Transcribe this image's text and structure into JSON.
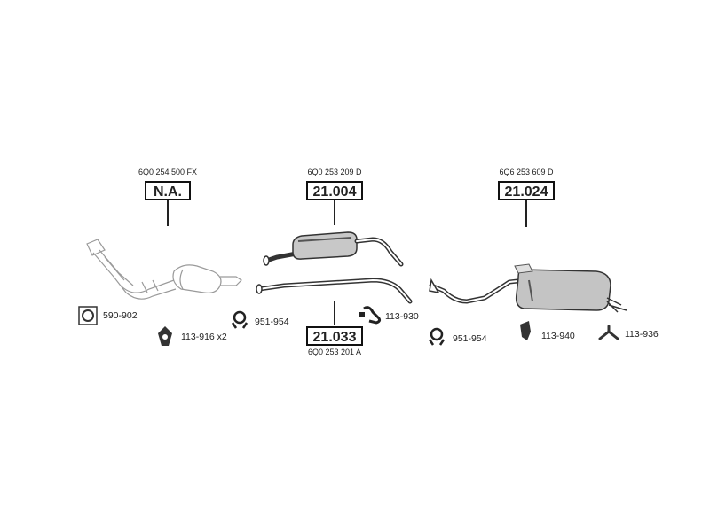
{
  "sections": [
    {
      "oe_number": "6Q0 254 500 FX",
      "box_label": "N.A."
    },
    {
      "oe_number": "6Q0 253 209 D",
      "box_label": "21.004"
    },
    {
      "oe_number": "6Q0 253 201 A",
      "box_label": "21.033"
    },
    {
      "oe_number": "6Q6 253 609 D",
      "box_label": "21.024"
    }
  ],
  "parts": [
    {
      "label": "590-902",
      "icon": "gasket-icon"
    },
    {
      "label": "113-916 x2",
      "icon": "rubber-mount-icon"
    },
    {
      "label": "951-954",
      "icon": "clamp-icon"
    },
    {
      "label": "113-930",
      "icon": "hanger-icon"
    },
    {
      "label": "951-954",
      "icon": "clamp-icon"
    },
    {
      "label": "113-940",
      "icon": "mount-icon"
    },
    {
      "label": "113-936",
      "icon": "tri-hanger-icon"
    }
  ]
}
